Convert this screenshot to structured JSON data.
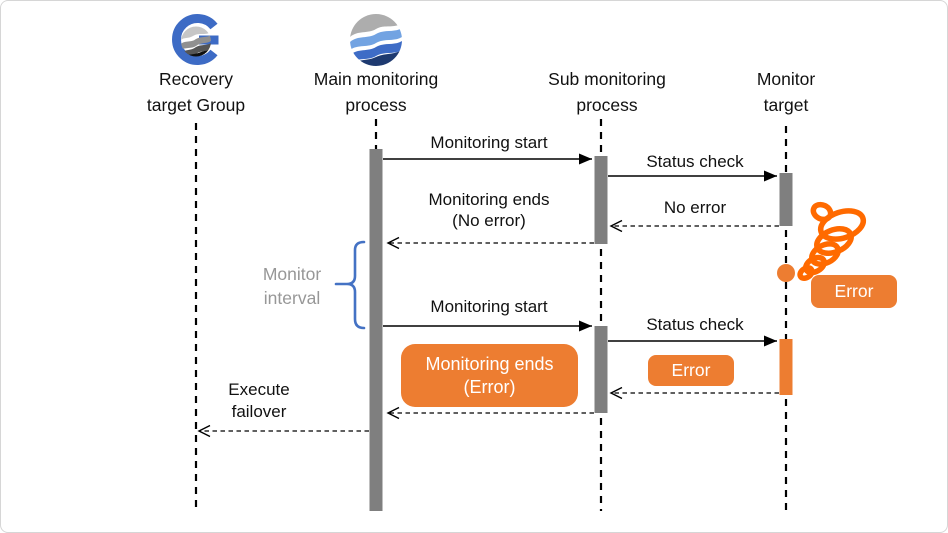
{
  "diagram": {
    "actors": [
      {
        "label": "Recovery\ntarget Group"
      },
      {
        "label": "Main monitoring\nprocess"
      },
      {
        "label": "Sub monitoring\nprocess"
      },
      {
        "label": "Monitor\ntarget"
      }
    ],
    "messages": {
      "monitoring_start_1": "Monitoring start",
      "status_check_1": "Status check",
      "monitoring_ends_no_error": "Monitoring ends\n(No error)",
      "no_error": "No error",
      "monitoring_start_2": "Monitoring start",
      "status_check_2": "Status check",
      "execute_failover": "Execute\nfailover"
    },
    "badges": {
      "error_event": "Error",
      "error_return": "Error",
      "monitoring_ends_error": "Monitoring ends\n(Error)"
    },
    "annotations": {
      "monitor_interval": "Monitor\ninterval"
    },
    "colors": {
      "orange": "#ED7D31",
      "tornado_orange": "#FF6A00",
      "activation_gray": "#7F7F7F",
      "brace_blue": "#4472C4",
      "muted_text": "#979797"
    }
  }
}
